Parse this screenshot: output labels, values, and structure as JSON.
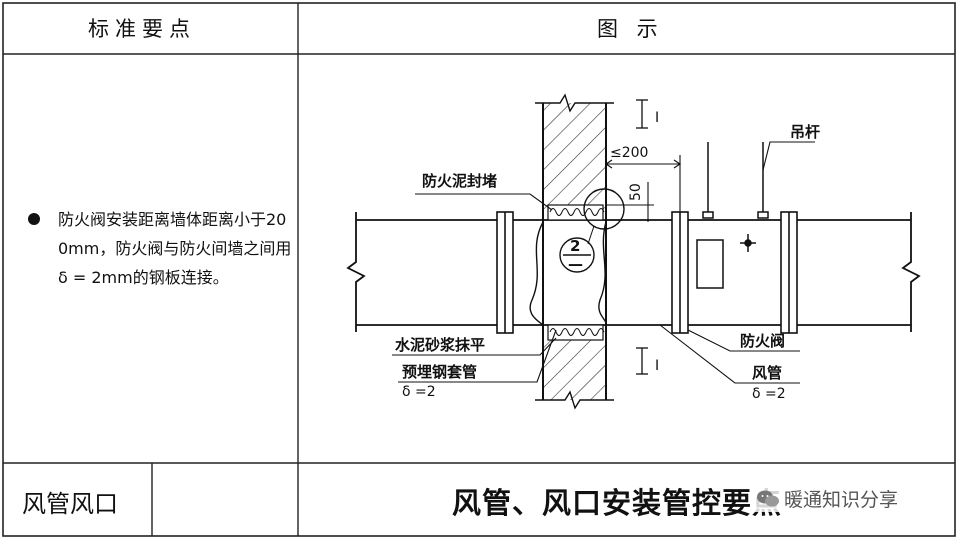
{
  "header": {
    "left_title": "标准要点",
    "right_title": "图 示"
  },
  "body": {
    "bullet_text": "防火阀安装距离墙体距离小于200mm，防火阀与防火间墙之间用δ = 2mm的钢板连接。"
  },
  "diagram": {
    "labels": {
      "fire_mortar_seal": "防火泥封堵",
      "hanger_rod": "吊杆",
      "cement_mortar": "水泥砂浆抹平",
      "steel_sleeve": "预埋钢套管",
      "sleeve_thickness": "δ =2",
      "fire_damper": "防火阀",
      "air_duct": "风管",
      "duct_thickness": "δ =2",
      "dim_200": "≤200",
      "dim_50": "50",
      "section_mark_top": "I",
      "section_mark_bottom": "I",
      "detail_number": "2",
      "detail_dash": "—"
    }
  },
  "footer": {
    "left_label": "风管风口",
    "right_title": "风管、风口安装管控要点",
    "watermark": "暖通知识分享"
  }
}
